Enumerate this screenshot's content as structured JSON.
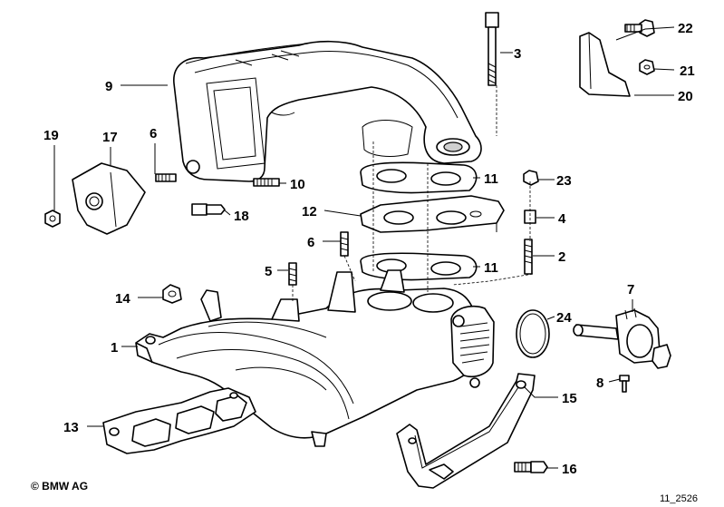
{
  "callouts": [
    {
      "id": "1",
      "label": "1"
    },
    {
      "id": "2",
      "label": "2"
    },
    {
      "id": "3",
      "label": "3"
    },
    {
      "id": "4",
      "label": "4"
    },
    {
      "id": "5",
      "label": "5"
    },
    {
      "id": "6a",
      "label": "6"
    },
    {
      "id": "6b",
      "label": "6"
    },
    {
      "id": "7",
      "label": "7"
    },
    {
      "id": "8",
      "label": "8"
    },
    {
      "id": "9",
      "label": "9"
    },
    {
      "id": "10",
      "label": "10"
    },
    {
      "id": "11a",
      "label": "11"
    },
    {
      "id": "11b",
      "label": "11"
    },
    {
      "id": "12",
      "label": "12"
    },
    {
      "id": "13",
      "label": "13"
    },
    {
      "id": "14",
      "label": "14"
    },
    {
      "id": "15",
      "label": "15"
    },
    {
      "id": "16",
      "label": "16"
    },
    {
      "id": "17",
      "label": "17"
    },
    {
      "id": "18",
      "label": "18"
    },
    {
      "id": "19",
      "label": "19"
    },
    {
      "id": "20",
      "label": "20"
    },
    {
      "id": "21",
      "label": "21"
    },
    {
      "id": "22",
      "label": "22"
    },
    {
      "id": "23",
      "label": "23"
    },
    {
      "id": "24",
      "label": "24"
    }
  ],
  "copyright": "© BMW AG",
  "drawing_number": "11_2526"
}
